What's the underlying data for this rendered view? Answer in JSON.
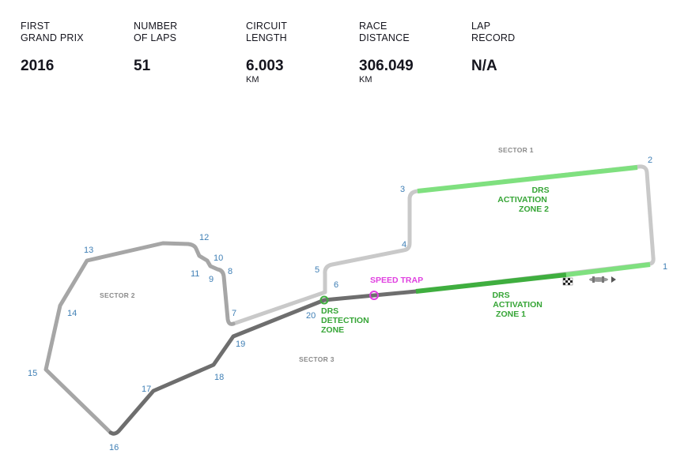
{
  "stats": [
    {
      "label_1": "FIRST",
      "label_2": "GRAND PRIX",
      "value": "2016",
      "unit": ""
    },
    {
      "label_1": "NUMBER",
      "label_2": "OF LAPS",
      "value": "51",
      "unit": ""
    },
    {
      "label_1": "CIRCUIT",
      "label_2": "LENGTH",
      "value": "6.003",
      "unit": "KM"
    },
    {
      "label_1": "RACE",
      "label_2": "DISTANCE",
      "value": "306.049",
      "unit": "KM"
    },
    {
      "label_1": "LAP",
      "label_2": "RECORD",
      "value": "N/A",
      "unit": ""
    }
  ],
  "map": {
    "sectors": {
      "s1": "SECTOR 1",
      "s2": "SECTOR 2",
      "s3": "SECTOR 3"
    },
    "drs_zone_2": {
      "l1": "DRS",
      "l2": "ACTIVATION",
      "l3": "ZONE 2"
    },
    "drs_zone_1": {
      "l1": "DRS",
      "l2": "ACTIVATION",
      "l3": "ZONE 1"
    },
    "drs_detection": {
      "l1": "DRS",
      "l2": "DETECTION",
      "l3": "ZONE"
    },
    "speed_trap": "SPEED TRAP",
    "turns": {
      "t1": "1",
      "t2": "2",
      "t3": "3",
      "t4": "4",
      "t5": "5",
      "t6": "6",
      "t7": "7",
      "t8": "8",
      "t9": "9",
      "t10": "10",
      "t11": "11",
      "t12": "12",
      "t13": "13",
      "t14": "14",
      "t15": "15",
      "t16": "16",
      "t17": "17",
      "t18": "18",
      "t19": "19",
      "t20": "20"
    },
    "colors": {
      "sector1": "#c9c9c9",
      "sector2": "#a6a6a6",
      "sector3": "#6e6e6e",
      "drs_zone": "#7fe07f",
      "drs_zone_dark": "#3fae3f",
      "speed_trap": "#e040e0",
      "turn_numbers": "#3f7fb5"
    },
    "icons": [
      "finish-flag-icon",
      "car-direction-icon"
    ]
  }
}
